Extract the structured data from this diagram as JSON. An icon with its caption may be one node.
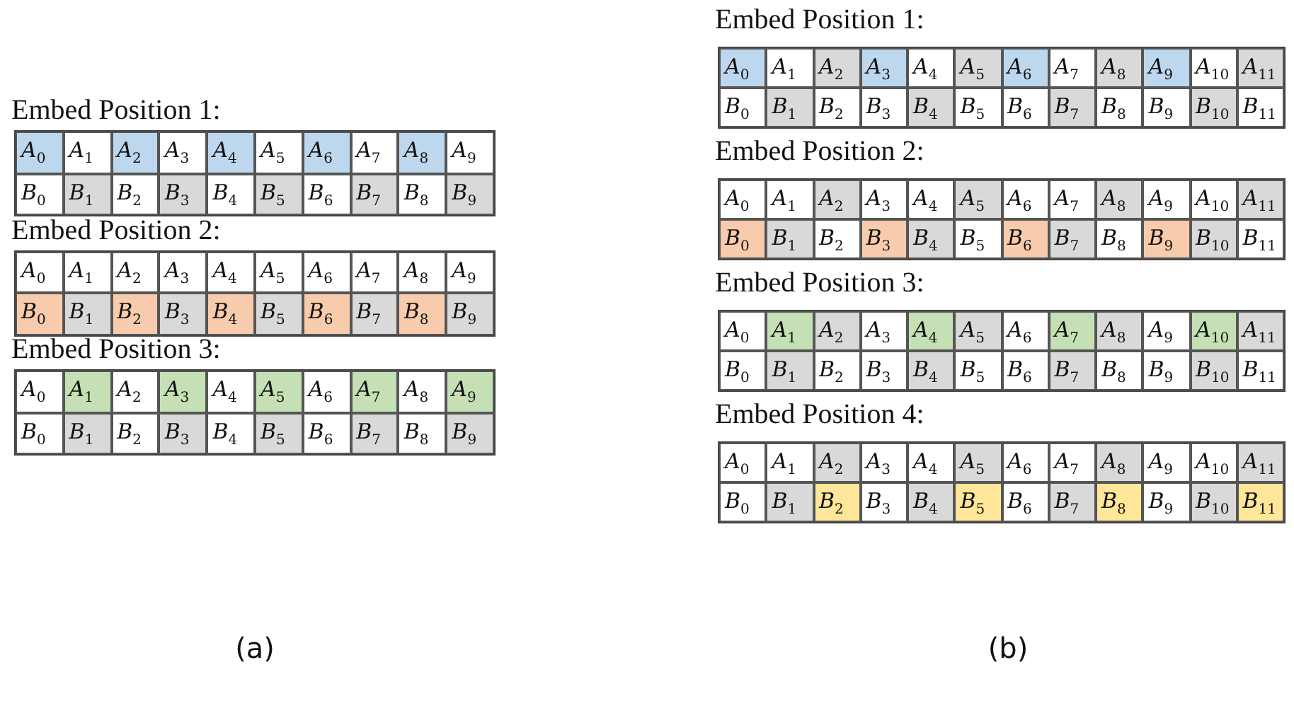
{
  "diagram": {
    "labels": [
      "Embed Position 1:",
      "A$_{0}$",
      "A$_{1}$",
      "A$_{2}$",
      "A$_{3}$",
      "A$_{4}$",
      "A$_{5}$",
      "A$_{6}$",
      "A$_{7}$",
      "A$_{8}$",
      "A$_{9}$",
      "B$_{0}$",
      "B$_{1}$",
      "B$_{2}$",
      "B$_{3}$",
      "B$_{4}$",
      "B$_{5}$",
      "B$_{6}$",
      "B$_{7}$",
      "B$_{8}$",
      "B$_{9}$",
      "Embed Position 2:",
      "A$_{0}$",
      "A$_{1}$",
      "A$_{2}$",
      "A$_{3}$",
      "A$_{4}$",
      "A$_{5}$",
      "A$_{6}$",
      "A$_{7}$",
      "A$_{8}$",
      "A$_{9}$",
      "B$_{0}$",
      "B$_{1}$",
      "B$_{2}$",
      "B$_{3}$",
      "B$_{4}$",
      "B$_{5}$",
      "B$_{6}$",
      "B$_{7}$",
      "B$_{8}$",
      "B$_{9}$",
      "Embed Position 3:",
      "A$_{0}$",
      "A$_{1}$",
      "A$_{2}$",
      "A$_{3}$",
      "A$_{4}$",
      "A$_{5}$",
      "A$_{6}$",
      "A$_{7}$",
      "A$_{8}$",
      "A$_{9}$",
      "B$_{0}$",
      "B$_{1}$",
      "B$_{2}$",
      "B$_{3}$",
      "B$_{4}$",
      "B$_{5}$",
      "B$_{6}$",
      "B$_{7}$",
      "B$_{8}$",
      "B$_{9}$",
      "Embed Position 1:",
      "A$_{0}$",
      "A$_{1}$",
      "A$_{2}$",
      "A$_{3}$",
      "A$_{4}$",
      "A$_{5}$",
      "A$_{6}$",
      "A$_{7}$",
      "A$_{8}$",
      "A$_{9}$",
      "A$_{10}$",
      "A$_{11}$",
      "B$_{0}$",
      "B$_{1}$",
      "B$_{2}$",
      "B$_{3}$",
      "B$_{4}$",
      "B$_{5}$",
      "B$_{6}$",
      "B$_{7}$",
      "B$_{8}$",
      "B$_{9}$",
      "B$_{10}$",
      "B$_{11}$",
      "Embed Position 2:",
      "A$_{0}$",
      "A$_{1}$",
      "A$_{2}$",
      "A$_{3}$",
      "A$_{4}$",
      "A$_{5}$",
      "A$_{6}$",
      "A$_{7}$",
      "A$_{8}$",
      "A$_{9}$",
      "A$_{10}$",
      "A$_{11}$",
      "B$_{0}$",
      "B$_{1}$",
      "B$_{2}$",
      "B$_{3}$",
      "B$_{4}$",
      "B$_{5}$",
      "B$_{6}$",
      "B$_{7}$",
      "B$_{8}$",
      "B$_{9}$",
      "B$_{10}$",
      "B$_{11}$",
      "Embed Position 3:",
      "A$_{0}$",
      "A$_{1}$",
      "A$_{2}$",
      "A$_{3}$",
      "A$_{4}$",
      "A$_{5}$",
      "A$_{6}$",
      "A$_{7}$",
      "A$_{8}$",
      "A$_{9}$",
      "A$_{10}$",
      "A$_{11}$",
      "B$_{0}$",
      "B$_{1}$",
      "B$_{2}$",
      "B$_{3}$",
      "B$_{4}$",
      "B$_{5}$",
      "B$_{6}$",
      "B$_{7}$",
      "B$_{8}$",
      "B$_{9}$",
      "B$_{10}$",
      "B$_{11}$",
      "Embed Position 4:",
      "A$_{0}$",
      "A$_{1}$",
      "A$_{2}$",
      "A$_{3}$",
      "A$_{4}$",
      "A$_{5}$",
      "A$_{6}$",
      "A$_{7}$",
      "A$_{8}$",
      "A$_{9}$",
      "A$_{10}$",
      "A$_{11}$",
      "B$_{0}$",
      "B$_{1}$",
      "B$_{2}$",
      "B$_{3}$",
      "B$_{4}$",
      "B$_{5}$",
      "B$_{6}$",
      "B$_{7}$",
      "B$_{8}$",
      "B$_{9}$",
      "B$_{10}$",
      "B$_{11}$",
      "(a)",
      "(b)"
    ]
  }
}
